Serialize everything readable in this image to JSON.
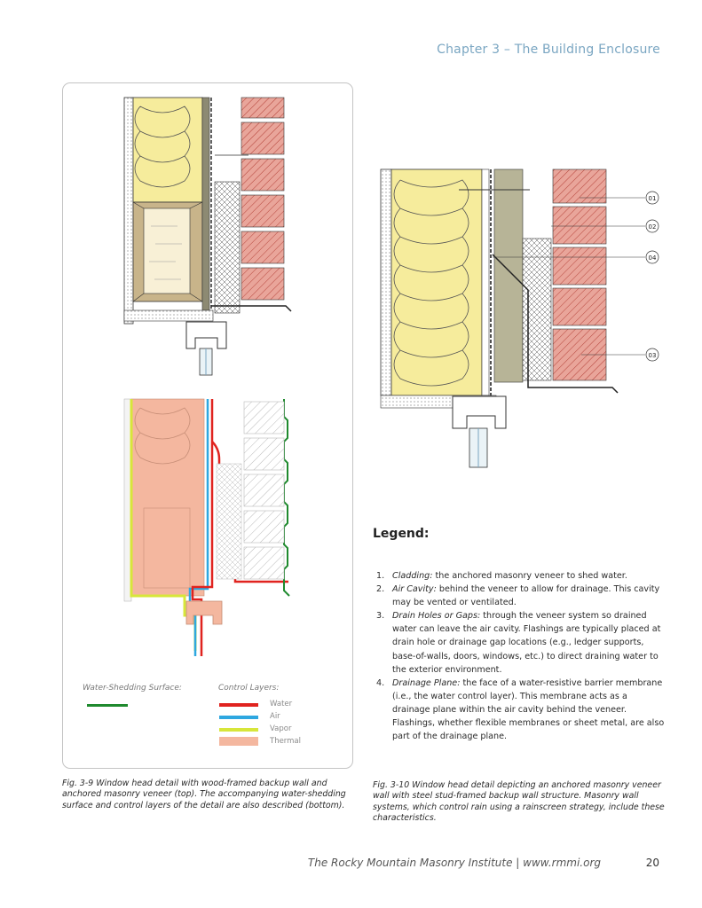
{
  "header": {
    "chapter": "Chapter 3 – The Building Enclosure"
  },
  "left_panel": {
    "water_shedding_label": "Water-Shedding Surface:",
    "control_layers_label": "Control Layers:",
    "control_layers": [
      {
        "label": "Water",
        "color": "#e0231f"
      },
      {
        "label": "Air",
        "color": "#2ea7e0"
      },
      {
        "label": "Vapor",
        "color": "#d7e63a"
      },
      {
        "label": "Thermal",
        "color": "#f2b49a"
      }
    ],
    "water_shedding_color": "#1f8a2e"
  },
  "captions": {
    "fig_3_9": "Fig. 3-9    Window head detail with wood-framed backup wall and anchored masonry veneer (top). The accompanying water-shedding surface and control layers of the detail are also described (bottom).",
    "fig_3_10": "Fig. 3-10  Window head detail depicting an anchored masonry veneer wall with steel stud-framed backup wall structure. Masonry wall systems, which control rain using a rainscreen strategy, include these characteristics."
  },
  "callouts": [
    "01",
    "02",
    "04",
    "03"
  ],
  "legend": {
    "title": "Legend:",
    "items": [
      {
        "num": "1.",
        "term": "Cladding:",
        "text": " the anchored masonry veneer to shed water."
      },
      {
        "num": "2.",
        "term": "Air Cavity:",
        "text": " behind the veneer to allow for drainage. This cavity may be vented or ventilated."
      },
      {
        "num": "3.",
        "term": "Drain Holes or Gaps:",
        "text": " through the veneer system so drained water can leave the air cavity. Flashings are typically placed at drain hole or drainage gap locations (e.g., ledger supports, base-of-walls, doors, windows, etc.) to direct draining water to the exterior environment."
      },
      {
        "num": "4.",
        "term": "Drainage Plane:",
        "text": " the face of a water-resistive barrier membrane (i.e., the water control layer). This membrane acts as a drainage plane within the air cavity behind the veneer. Flashings, whether flexible membranes or sheet metal, are also part of the drainage plane."
      }
    ]
  },
  "footer": {
    "publisher": "The Rocky Mountain Masonry Institute | www.rmmi.org",
    "page": "20"
  }
}
